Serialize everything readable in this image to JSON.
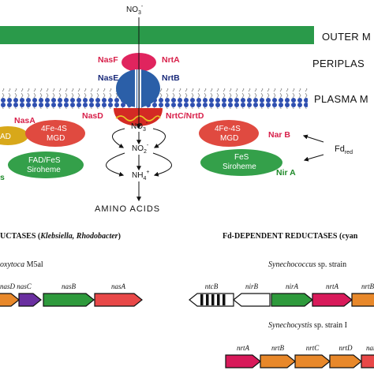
{
  "substrate": {
    "no3_top": "NO",
    "no3_top_sub": "3",
    "no3_top_sup": "-"
  },
  "layers": {
    "outer": "OUTER M",
    "periplasm": "PERIPLAS",
    "plasma": "PLASMA M"
  },
  "transport": {
    "nasF": "NasF",
    "nrtA": "NrtA",
    "nasE": "NasE",
    "nrtB": "NrtB",
    "nasD": "NasD",
    "nrtCD": "NrtC/NrtD"
  },
  "cytoplasm": {
    "no3": "NO",
    "no3_sub": "3",
    "no3_sup": "-",
    "no2": "NO",
    "no2_sub": "2",
    "no2_sup": "-",
    "nh4": "NH",
    "nh4_sub": "4",
    "nh4_sup": "+",
    "amino_acids": "AMINO ACIDS",
    "fd": "Fd",
    "fd_sub": "red"
  },
  "enzymes": {
    "nasA": "NasA",
    "left_partial": "AD",
    "left_fes_1": "4Fe-4S",
    "left_fes_2": "MGD",
    "fad_1": "FAD/FeS",
    "fad_2": "Siroheme",
    "s_partial": "s",
    "right_fes_1": "4Fe-4S",
    "right_fes_2": "MGD",
    "narB": "Nar B",
    "fes_1": "FeS",
    "fes_2": "Siroheme",
    "nirA": "Nir A"
  },
  "left_section": {
    "header_pre": "UCTASES (",
    "header_species": "Klebsiella, Rhodobacter",
    "header_post": ")",
    "organism": "oxytoca",
    "strain": " M5al",
    "genes": [
      "nasD",
      "nasC",
      "nasB",
      "nasA"
    ]
  },
  "right_section": {
    "header": "Fd-DEPENDENT REDUCTASES (cyan",
    "org1": "Synechococcus",
    "org1_strain": " sp. strain",
    "genes1": [
      "ntcB",
      "nirB",
      "nirA",
      "nrtA",
      "nrtB"
    ],
    "org2": "Synechocystis",
    "org2_strain": " sp. strain I",
    "genes2": [
      "nrtA",
      "nrtB",
      "nrtC",
      "nrtD",
      "narB"
    ]
  },
  "colors": {
    "outer_membrane": "#2a9a4a",
    "transporter_pink": "#e0245e",
    "transporter_blue": "#2b5fa8",
    "atpase_red": "#d42a24",
    "enzyme_red": "#e04a40",
    "enzyme_green": "#34a04a",
    "enzyme_gold": "#d8a81a",
    "gene_orange": "#e8882a",
    "gene_green": "#2e9a3c",
    "gene_red": "#e84848",
    "gene_magenta": "#d81a5a",
    "gene_purple": "#6a2fa0"
  }
}
